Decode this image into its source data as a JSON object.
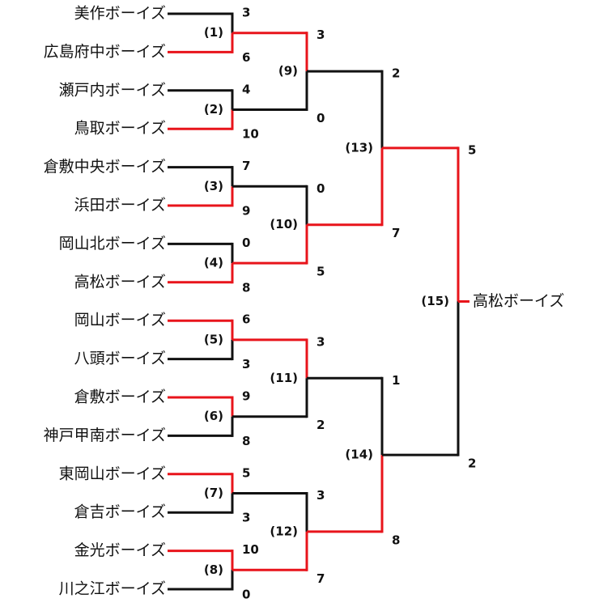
{
  "colors": {
    "winner": "#e8141b",
    "loser": "#111111"
  },
  "teams": [
    "美作ボーイズ",
    "広島府中ボーイズ",
    "瀬戸内ボーイズ",
    "鳥取ボーイズ",
    "倉敷中央ボーイズ",
    "浜田ボーイズ",
    "岡山北ボーイズ",
    "高松ボーイズ",
    "岡山ボーイズ",
    "八頭ボーイズ",
    "倉敷ボーイズ",
    "神戸甲南ボーイズ",
    "東岡山ボーイズ",
    "倉吉ボーイズ",
    "金光ボーイズ",
    "川之江ボーイズ"
  ],
  "rounds": [
    [
      {
        "label": "(1)",
        "scores": [
          "3",
          "6"
        ],
        "winner": 1
      },
      {
        "label": "(2)",
        "scores": [
          "4",
          "10"
        ],
        "winner": 1
      },
      {
        "label": "(3)",
        "scores": [
          "7",
          "9"
        ],
        "winner": 1
      },
      {
        "label": "(4)",
        "scores": [
          "0",
          "8"
        ],
        "winner": 1
      },
      {
        "label": "(5)",
        "scores": [
          "6",
          "3"
        ],
        "winner": 0
      },
      {
        "label": "(6)",
        "scores": [
          "9",
          "8"
        ],
        "winner": 0
      },
      {
        "label": "(7)",
        "scores": [
          "5",
          "3"
        ],
        "winner": 0
      },
      {
        "label": "(8)",
        "scores": [
          "10",
          "0"
        ],
        "winner": 0
      }
    ],
    [
      {
        "label": "(9)",
        "scores": [
          "3",
          "0"
        ],
        "winner": 0
      },
      {
        "label": "(10)",
        "scores": [
          "0",
          "5"
        ],
        "winner": 1
      },
      {
        "label": "(11)",
        "scores": [
          "3",
          "2"
        ],
        "winner": 0
      },
      {
        "label": "(12)",
        "scores": [
          "3",
          "7"
        ],
        "winner": 1
      }
    ],
    [
      {
        "label": "(13)",
        "scores": [
          "2",
          "7"
        ],
        "winner": 1
      },
      {
        "label": "(14)",
        "scores": [
          "1",
          "8"
        ],
        "winner": 1
      }
    ],
    [
      {
        "label": "(15)",
        "scores": [
          "5",
          "2"
        ],
        "winner": 0
      }
    ]
  ],
  "champion": "高松ボーイズ"
}
